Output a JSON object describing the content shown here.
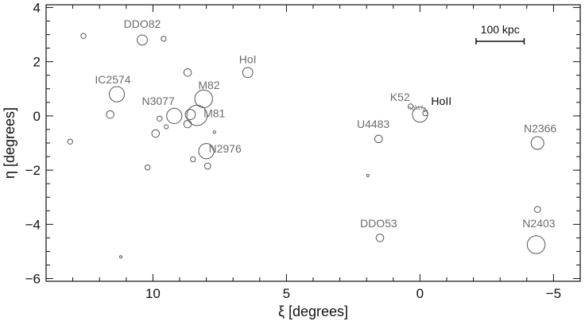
{
  "chart_data": {
    "type": "scatter",
    "xlabel": "ξ [degrees]",
    "ylabel": "η [degrees]",
    "xlim": [
      14,
      -6
    ],
    "ylim": [
      -6.1,
      4.1
    ],
    "x_ticks": [
      10,
      5,
      0,
      -5
    ],
    "x_tick_labels": [
      "10",
      "5",
      "0",
      "−5"
    ],
    "y_ticks": [
      4,
      2,
      0,
      -2,
      -4,
      -6
    ],
    "y_tick_labels": [
      "4",
      "2",
      "0",
      "−2",
      "−4",
      "−6"
    ],
    "grid": false,
    "scale_bar": {
      "label": "100 kpc",
      "x_from": -2.1,
      "x_to": -3.9,
      "y": 2.75
    },
    "points": [
      {
        "x": 10.4,
        "y": 2.8,
        "size": 2
      },
      {
        "x": 9.6,
        "y": 2.85,
        "size": 1
      },
      {
        "x": 12.6,
        "y": 2.95,
        "size": 1
      },
      {
        "x": 11.35,
        "y": 0.8,
        "size": 3
      },
      {
        "x": 11.6,
        "y": 0.05,
        "size": 1.5
      },
      {
        "x": 13.1,
        "y": -0.95,
        "size": 1
      },
      {
        "x": 9.2,
        "y": 0.0,
        "size": 3
      },
      {
        "x": 9.75,
        "y": -0.1,
        "size": 1
      },
      {
        "x": 9.5,
        "y": -0.4,
        "size": 0.8
      },
      {
        "x": 9.9,
        "y": -0.65,
        "size": 1.5
      },
      {
        "x": 8.7,
        "y": 1.6,
        "size": 1.5
      },
      {
        "x": 8.1,
        "y": 0.63,
        "size": 3.5
      },
      {
        "x": 8.6,
        "y": 0.05,
        "size": 2
      },
      {
        "x": 8.35,
        "y": 0.02,
        "size": 4
      },
      {
        "x": 8.7,
        "y": -0.3,
        "size": 1.5
      },
      {
        "x": 7.7,
        "y": -0.6,
        "size": 0.5
      },
      {
        "x": 8.5,
        "y": -1.6,
        "size": 1
      },
      {
        "x": 8.0,
        "y": -1.3,
        "size": 3
      },
      {
        "x": 7.95,
        "y": -1.85,
        "size": 1.2
      },
      {
        "x": 10.2,
        "y": -1.9,
        "size": 1
      },
      {
        "x": 6.45,
        "y": 1.6,
        "size": 2
      },
      {
        "x": 11.2,
        "y": -5.2,
        "size": 0.5
      },
      {
        "x": 0.35,
        "y": 0.35,
        "size": 1
      },
      {
        "x": 0.0,
        "y": 0.05,
        "size": 3
      },
      {
        "x": -0.2,
        "y": 0.1,
        "size": 1
      },
      {
        "x": 1.55,
        "y": -0.85,
        "size": 1.5
      },
      {
        "x": 1.95,
        "y": -2.2,
        "size": 0.5
      },
      {
        "x": 1.5,
        "y": -4.5,
        "size": 1.5
      },
      {
        "x": -4.4,
        "y": -1.0,
        "size": 2.5
      },
      {
        "x": -4.4,
        "y": -3.45,
        "size": 1.2
      },
      {
        "x": -4.35,
        "y": -4.75,
        "size": 3.5
      }
    ],
    "annotations": [
      {
        "text": "DDO82",
        "x": 10.4,
        "y": 3.25
      },
      {
        "text": "IC2574",
        "x": 11.5,
        "y": 1.2
      },
      {
        "text": "N3077",
        "x": 9.8,
        "y": 0.4
      },
      {
        "text": "M82",
        "x": 7.9,
        "y": 1.0
      },
      {
        "text": "M81",
        "x": 7.7,
        "y": -0.05
      },
      {
        "text": "N2976",
        "x": 7.3,
        "y": -1.35
      },
      {
        "text": "HoI",
        "x": 6.45,
        "y": 1.95
      },
      {
        "text": "K52",
        "x": 0.75,
        "y": 0.55
      },
      {
        "text": "HoII",
        "x": -0.8,
        "y": 0.4
      },
      {
        "text": "U4483",
        "x": 1.75,
        "y": -0.45
      },
      {
        "text": "N2366",
        "x": -4.5,
        "y": -0.6
      },
      {
        "text": "DDO53",
        "x": 1.55,
        "y": -4.1
      },
      {
        "text": "N2403",
        "x": -4.45,
        "y": -4.1
      }
    ]
  }
}
